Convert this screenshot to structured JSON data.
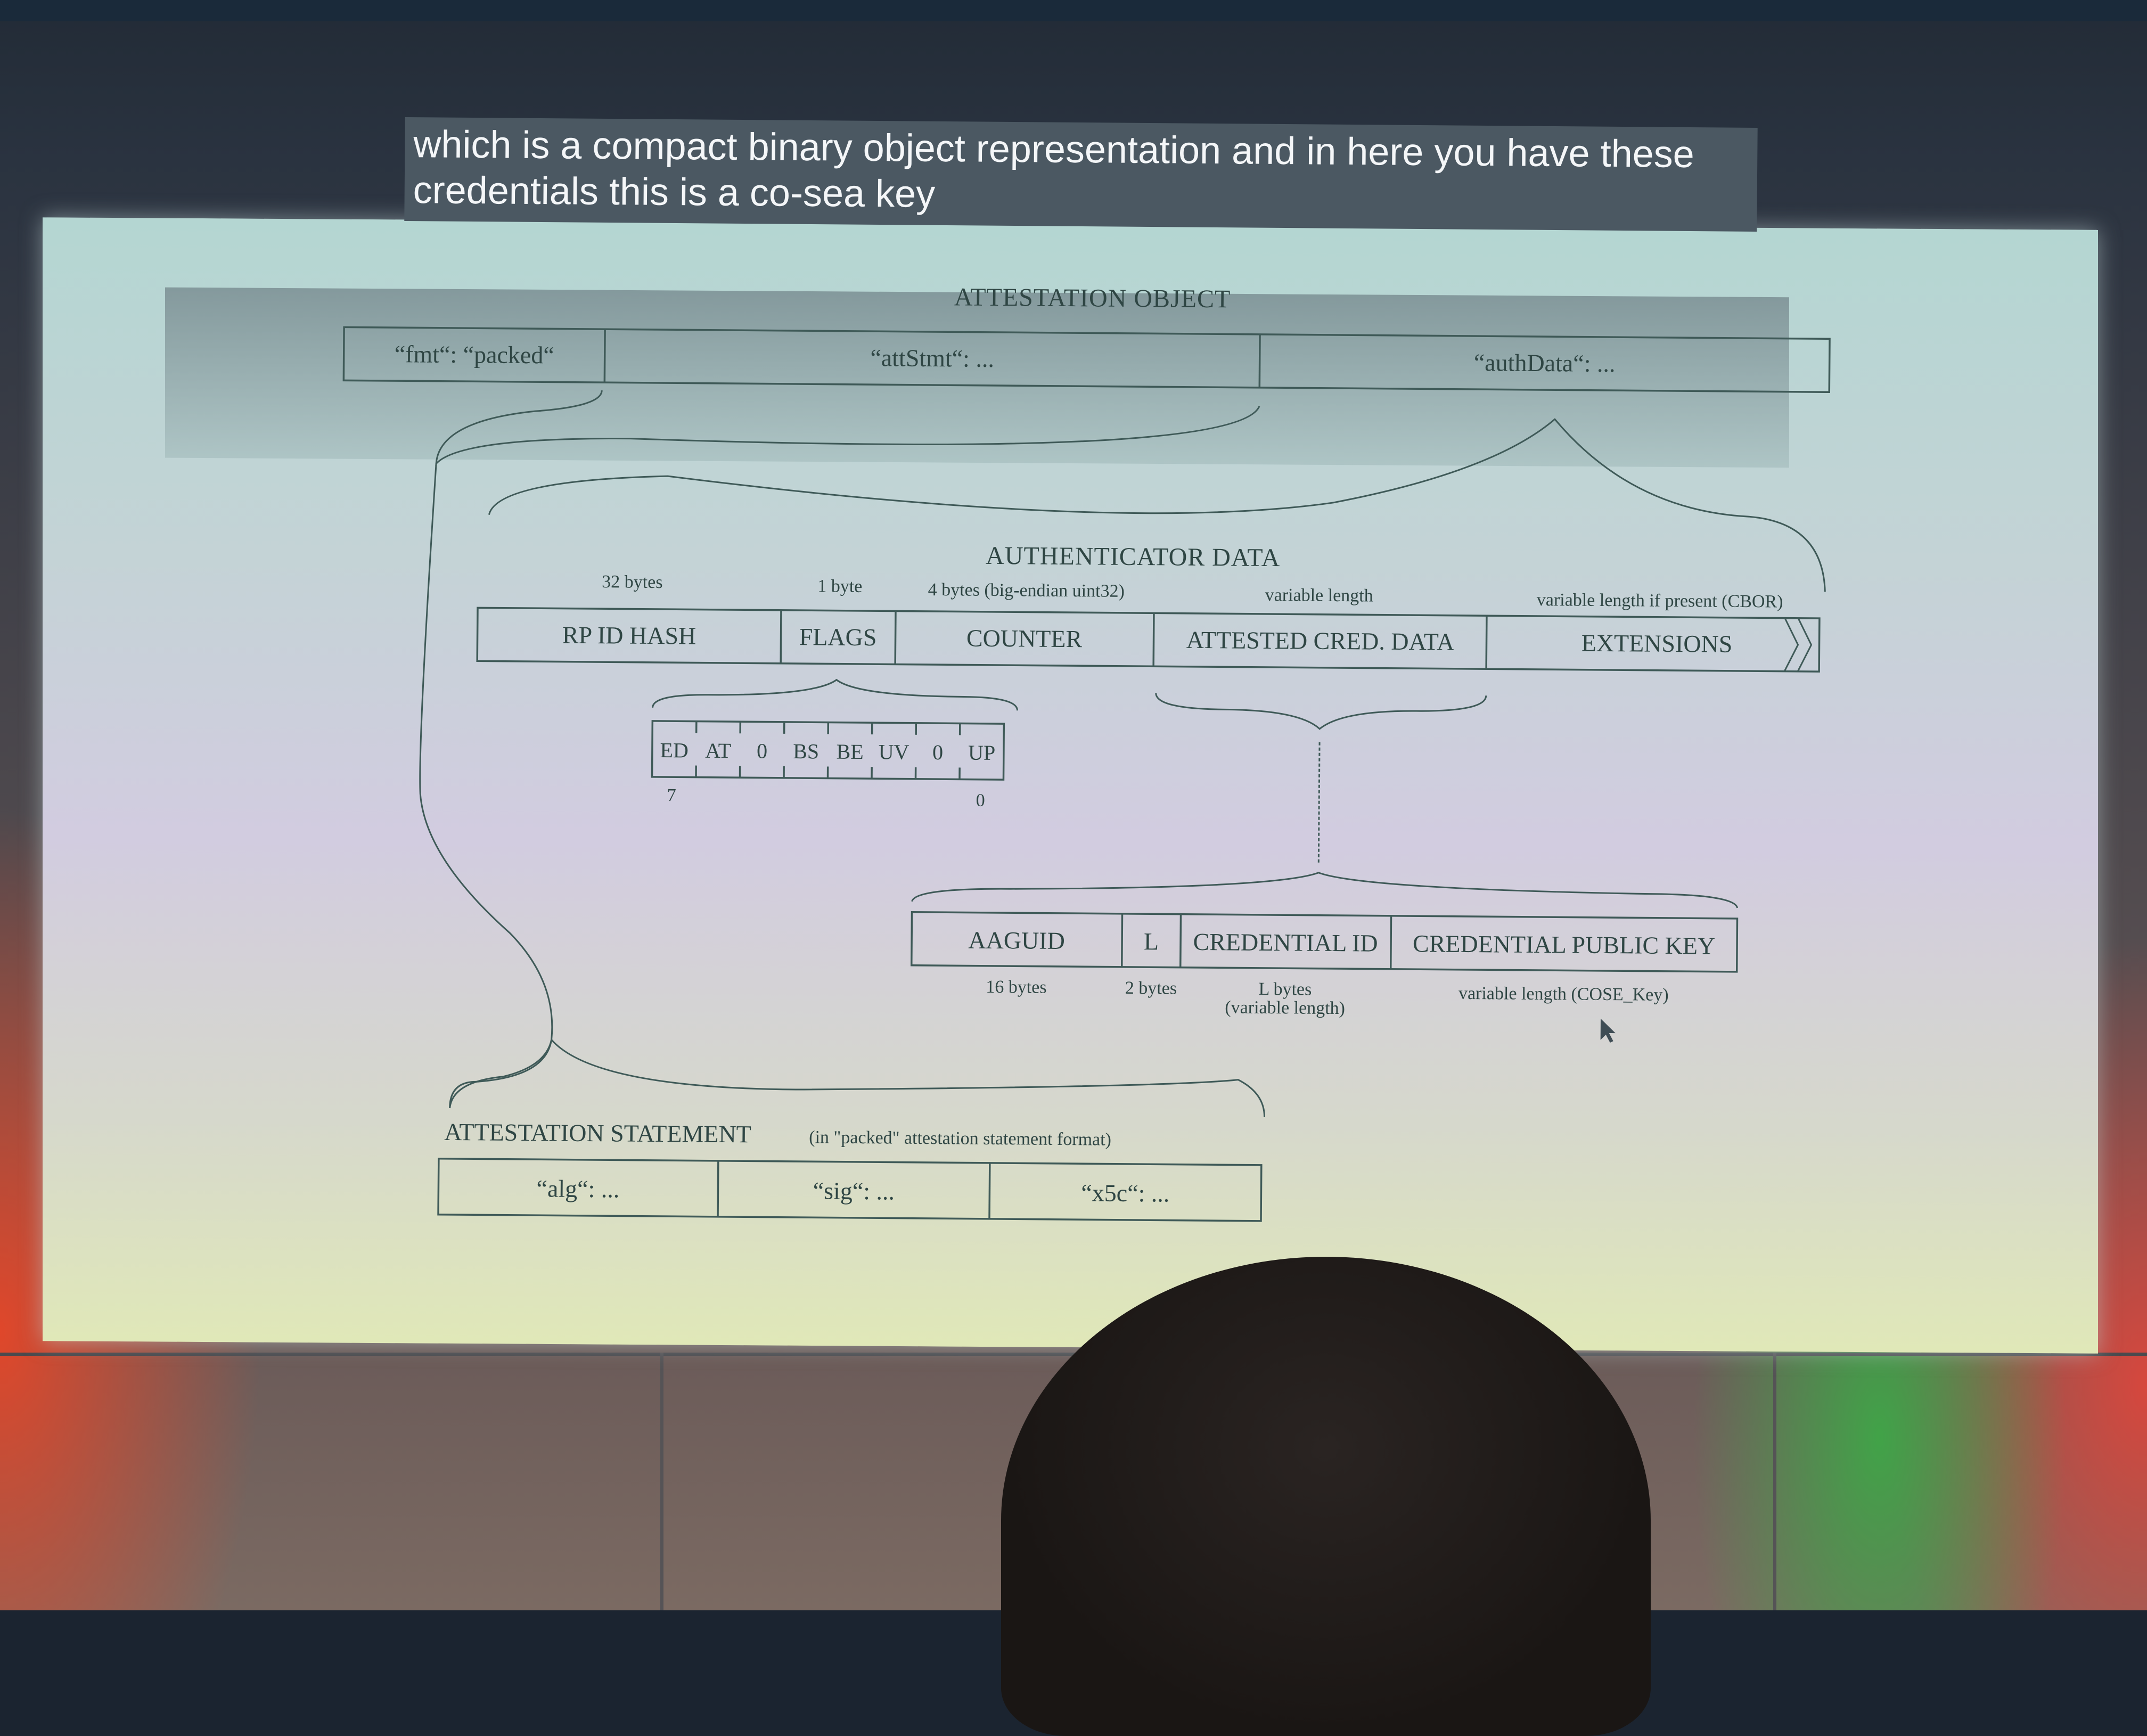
{
  "caption": {
    "line1": "which is a compact binary object representation and in here you have these",
    "line2": "credentials this is a co-sea key"
  },
  "attestation_object": {
    "title": "ATTESTATION OBJECT",
    "fields": [
      "“fmt“: “packed“",
      "“attStmt“: ...",
      "“authData“: ..."
    ]
  },
  "authenticator_data": {
    "title": "AUTHENTICATOR DATA",
    "sizes": [
      "32 bytes",
      "1 byte",
      "4 bytes (big-endian uint32)",
      "variable length",
      "variable length if present (CBOR)"
    ],
    "fields": [
      "RP ID HASH",
      "FLAGS",
      "COUNTER",
      "ATTESTED CRED. DATA",
      "EXTENSIONS"
    ]
  },
  "flags": {
    "bits": [
      "ED",
      "AT",
      "0",
      "BS",
      "BE",
      "UV",
      "0",
      "UP"
    ],
    "msb_label": "7",
    "lsb_label": "0"
  },
  "attested_credential_data": {
    "fields": [
      "AAGUID",
      "L",
      "CREDENTIAL ID",
      "CREDENTIAL PUBLIC KEY"
    ],
    "sizes": [
      "16 bytes",
      "2 bytes",
      "L bytes",
      "(variable length)",
      "variable length (COSE_Key)"
    ]
  },
  "attestation_statement": {
    "title": "ATTESTATION STATEMENT",
    "subtitle": "(in \"packed\" attestation statement format)",
    "fields": [
      "“alg“: ...",
      "“sig“: ...",
      "“x5c“: ..."
    ]
  }
}
